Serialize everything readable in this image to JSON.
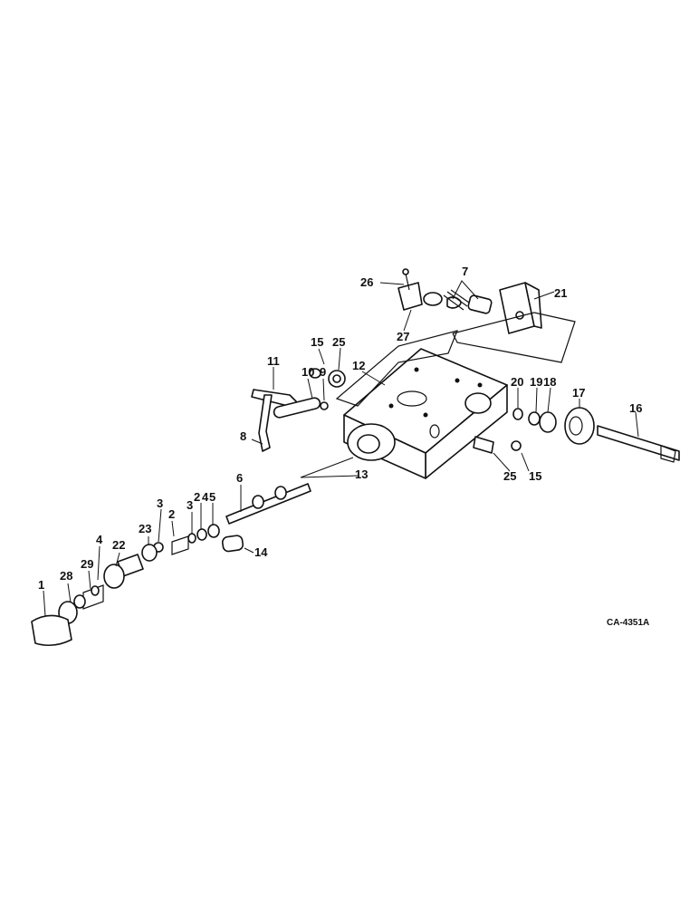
{
  "figure_id": "CA-4351A",
  "callouts": [
    {
      "id": "c1",
      "text": "1"
    },
    {
      "id": "c28",
      "text": "28"
    },
    {
      "id": "c29",
      "text": "29"
    },
    {
      "id": "c4a",
      "text": "4"
    },
    {
      "id": "c22",
      "text": "22"
    },
    {
      "id": "c23",
      "text": "23"
    },
    {
      "id": "c3a",
      "text": "3"
    },
    {
      "id": "c2a",
      "text": "2"
    },
    {
      "id": "c3b",
      "text": "3"
    },
    {
      "id": "c2b",
      "text": "2"
    },
    {
      "id": "c4b",
      "text": "4"
    },
    {
      "id": "c5",
      "text": "5"
    },
    {
      "id": "c6",
      "text": "6"
    },
    {
      "id": "c14",
      "text": "14"
    },
    {
      "id": "c13",
      "text": "13"
    },
    {
      "id": "c8",
      "text": "8"
    },
    {
      "id": "c11",
      "text": "11"
    },
    {
      "id": "c10",
      "text": "10"
    },
    {
      "id": "c9",
      "text": "9"
    },
    {
      "id": "c15a",
      "text": "15"
    },
    {
      "id": "c25a",
      "text": "25"
    },
    {
      "id": "c12",
      "text": "12"
    },
    {
      "id": "c26",
      "text": "26"
    },
    {
      "id": "c27",
      "text": "27"
    },
    {
      "id": "c7",
      "text": "7"
    },
    {
      "id": "c21",
      "text": "21"
    },
    {
      "id": "c20",
      "text": "20"
    },
    {
      "id": "c19",
      "text": "19"
    },
    {
      "id": "c18",
      "text": "18"
    },
    {
      "id": "c17",
      "text": "17"
    },
    {
      "id": "c16",
      "text": "16"
    },
    {
      "id": "c25b",
      "text": "25"
    },
    {
      "id": "c15b",
      "text": "15"
    }
  ]
}
